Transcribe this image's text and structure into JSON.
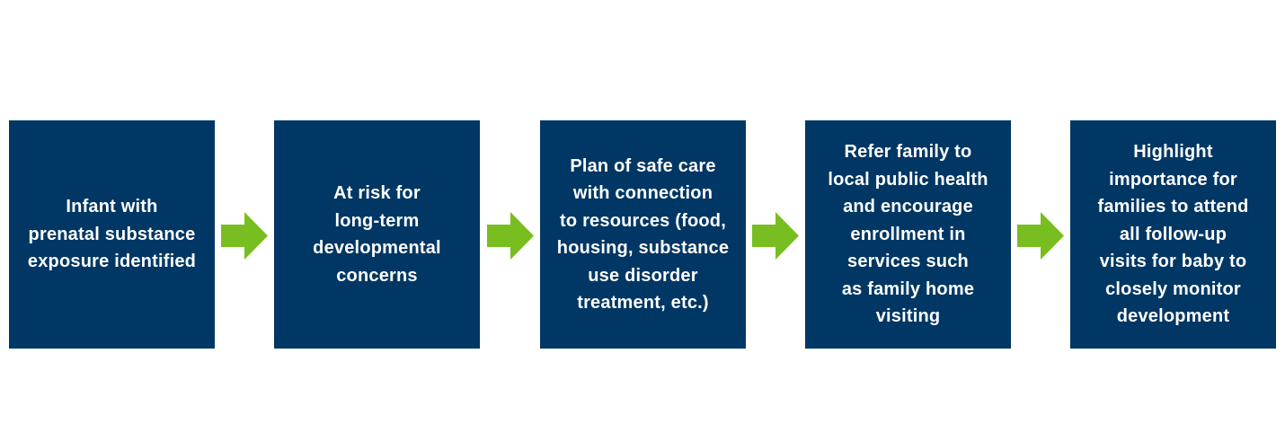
{
  "colors": {
    "box": "#003764",
    "arrow": "#78BE20",
    "text": "#ffffff"
  },
  "steps": [
    {
      "text": "Infant with\nprenatal substance\nexposure identified"
    },
    {
      "text": "At risk for\nlong-term\ndevelopmental\nconcerns"
    },
    {
      "text": "Plan of safe care\nwith connection\nto resources (food,\nhousing, substance\nuse disorder\ntreatment, etc.)"
    },
    {
      "text": "Refer family to\nlocal public health\nand encourage\nenrollment in\nservices such\nas family home\nvisiting"
    },
    {
      "text": "Highlight\nimportance for\nfamilies to attend\nall follow-up\nvisits for baby to\nclosely monitor\ndevelopment"
    }
  ],
  "arrows": [
    {
      "icon": "arrow-right-icon"
    },
    {
      "icon": "arrow-right-icon"
    },
    {
      "icon": "arrow-right-icon"
    },
    {
      "icon": "arrow-right-icon"
    }
  ]
}
